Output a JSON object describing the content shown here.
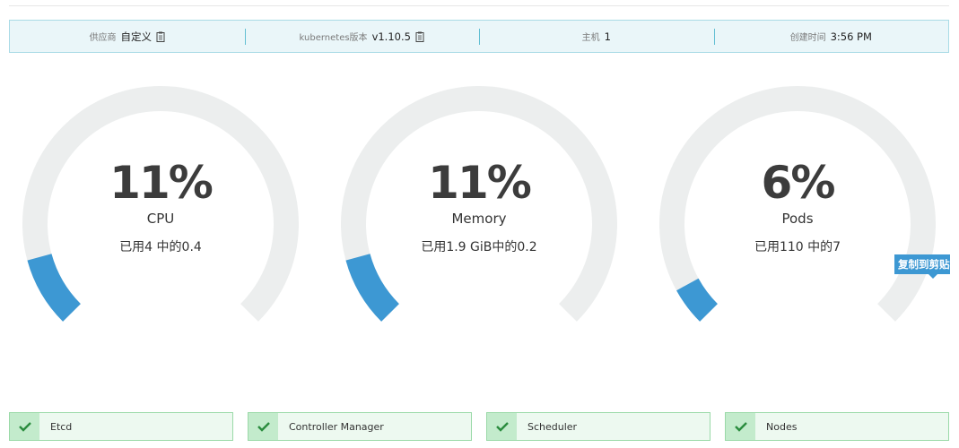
{
  "info_bar": {
    "provider": {
      "label": "供应商",
      "value": "自定义"
    },
    "k8s_version": {
      "label": "kubernetes版本",
      "value": "v1.10.5"
    },
    "hosts": {
      "label": "主机",
      "value": "1"
    },
    "created": {
      "label": "创建时间",
      "value": "3:56 PM"
    }
  },
  "gauges": [
    {
      "percent_text": "11%",
      "name": "CPU",
      "used_text": "已用4  中的0.4",
      "fraction": 0.11
    },
    {
      "percent_text": "11%",
      "name": "Memory",
      "used_text": "已用1.9  GiB中的0.2",
      "fraction": 0.11
    },
    {
      "percent_text": "6%",
      "name": "Pods",
      "used_text": "已用110  中的7",
      "fraction": 0.06
    }
  ],
  "tooltip": {
    "text": "复制到剪贴板"
  },
  "components": [
    {
      "label": "Etcd",
      "status": "ok"
    },
    {
      "label": "Controller Manager",
      "status": "ok"
    },
    {
      "label": "Scheduler",
      "status": "ok"
    },
    {
      "label": "Nodes",
      "status": "ok"
    }
  ],
  "colors": {
    "gauge_track": "#eceeee",
    "gauge_fill": "#3d98d3",
    "check": "#2a8c3e"
  },
  "icons": {
    "copy": "clipboard-icon",
    "check": "check-icon"
  }
}
